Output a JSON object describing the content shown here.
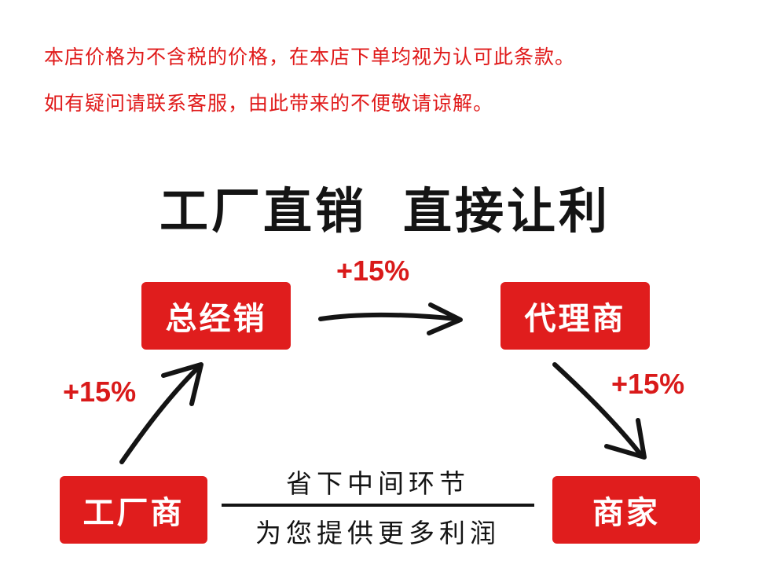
{
  "notice": {
    "line1": "本店价格为不含税的价格，在本店下单均视为认可此条款。",
    "line2": "如有疑问请联系客服，由此带来的不便敬请谅解。"
  },
  "headline": {
    "part1": "工厂直销",
    "part2": "直接让利"
  },
  "nodes": {
    "distributor": "总经销",
    "agent": "代理商",
    "factory": "工厂商",
    "merchant": "商家"
  },
  "markups": {
    "top": "+15%",
    "left": "+15%",
    "right": "+15%"
  },
  "middle": {
    "top": "省下中间环节",
    "bottom": "为您提供更多利润"
  },
  "colors": {
    "accent_red": "#e01d1d",
    "text_dark": "#141414",
    "background": "#ffffff"
  }
}
